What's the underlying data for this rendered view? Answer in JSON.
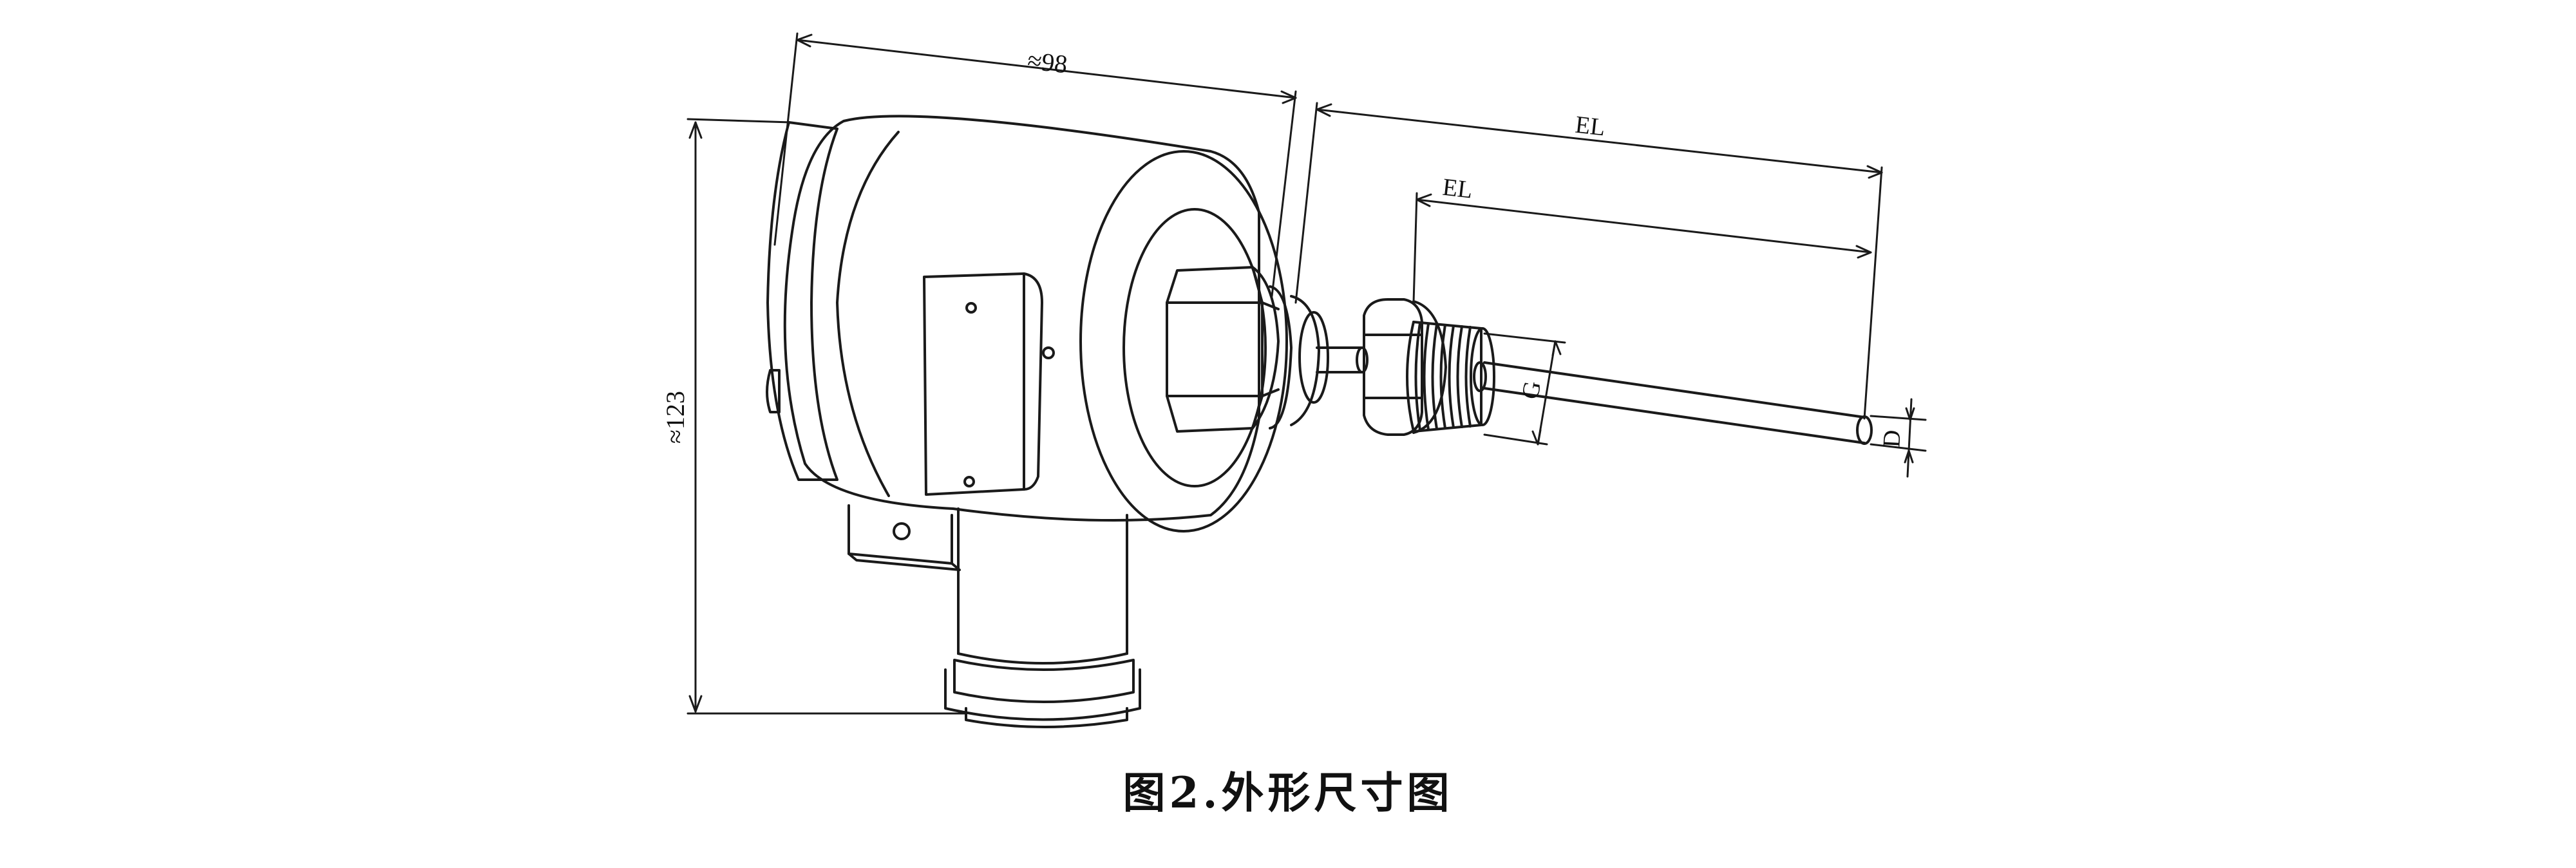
{
  "figure": {
    "caption": "图2.外形尺寸图",
    "dimensions": {
      "width": "≈98",
      "height": "≈123",
      "insertion_length_outer": "EL",
      "insertion_length_inner": "EL",
      "thread": "G",
      "probe_diameter": "D"
    }
  },
  "colors": {
    "line": "#1a1a1a",
    "background": "#ffffff"
  }
}
